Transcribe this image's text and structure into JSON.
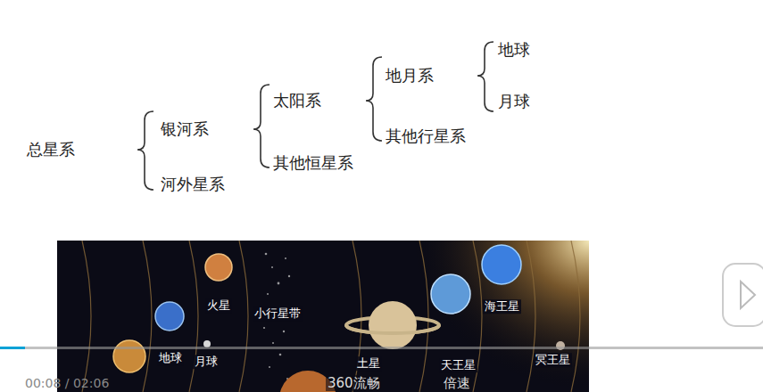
{
  "diagram": {
    "labels": [
      "总星系",
      "银河系",
      "河外星系",
      "太阳系",
      "其他恒星系",
      "地月系",
      "其他行星系",
      "地球",
      "月球",
      "火星",
      "小行星带",
      "地球",
      "月球",
      "土星",
      "天王星",
      "海王星",
      "冥王星",
      "00:08 / 02:06",
      "360流畅",
      "倍速"
    ]
  }
}
